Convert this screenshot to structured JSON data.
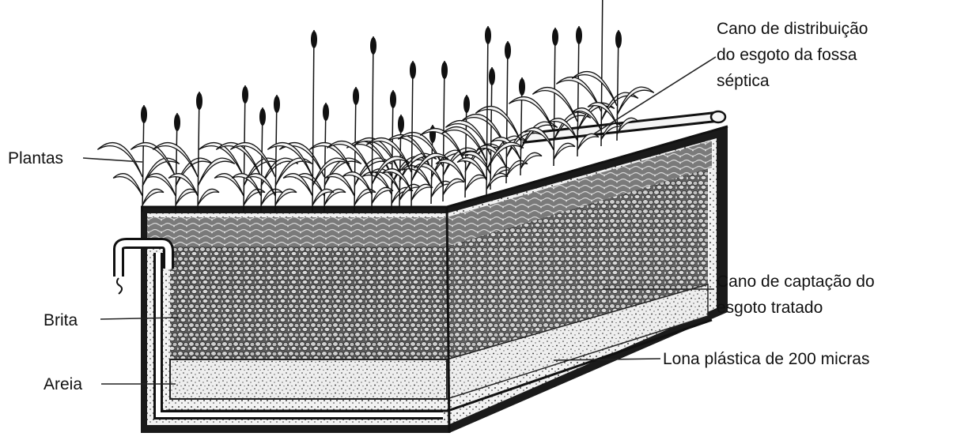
{
  "labels": {
    "plantas": "Plantas",
    "brita": "Brita",
    "areia": "Areia",
    "distribuicao_line1": "Cano de distribuição",
    "distribuicao_line2": "do esgoto da fossa",
    "distribuicao_line3": "séptica",
    "captacao_line1": "Cano de captação do",
    "captacao_line2": "esgoto tratado",
    "lona": "Lona plástica de 200 micras"
  },
  "colors": {
    "ink": "#111111",
    "background": "#ffffff"
  }
}
